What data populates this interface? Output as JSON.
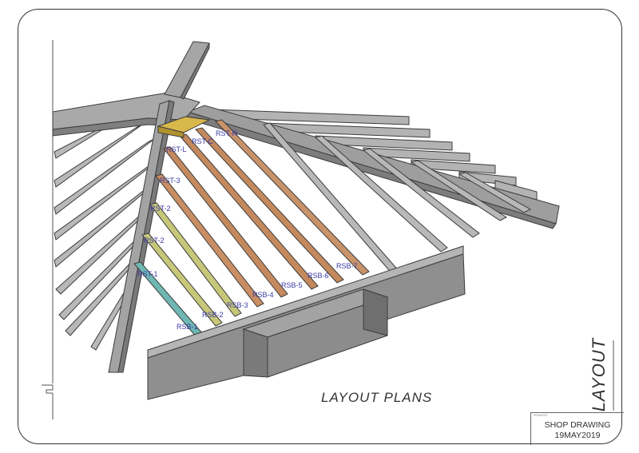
{
  "drawing": {
    "title": "LAYOUT PLANS",
    "sheet_label": "LAYOUT"
  },
  "title_block": {
    "tiny_text": "REMARKS",
    "line1": "SHOP DRAWING",
    "line2": "19MAY2019"
  },
  "member_labels": {
    "rst_r": "RST-R",
    "rst_c": "RST-C",
    "rst_l": "RST-L",
    "rst_3": "RST-3",
    "rst_2a": "RST-2",
    "rst_2b": "RST-2",
    "rst_1": "RST-1",
    "rsb_1": "RSB-1",
    "rsb_2": "RSB-2",
    "rsb_3": "RSB-3",
    "rsb_4": "RSB-4",
    "rsb_5": "RSB-5",
    "rsb_6": "RSB-6",
    "rsb_7": "RSB-7"
  },
  "colors": {
    "frame": "#333333",
    "steel_fill": "#a9a9a9",
    "steel_edge": "#3c3c3c",
    "label": "#3a3aa8",
    "purlin_brown": "#c48a5e",
    "purlin_olive": "#c7c77a",
    "purlin_teal": "#6fb7b2",
    "ridge_gold": "#d8b84a"
  }
}
